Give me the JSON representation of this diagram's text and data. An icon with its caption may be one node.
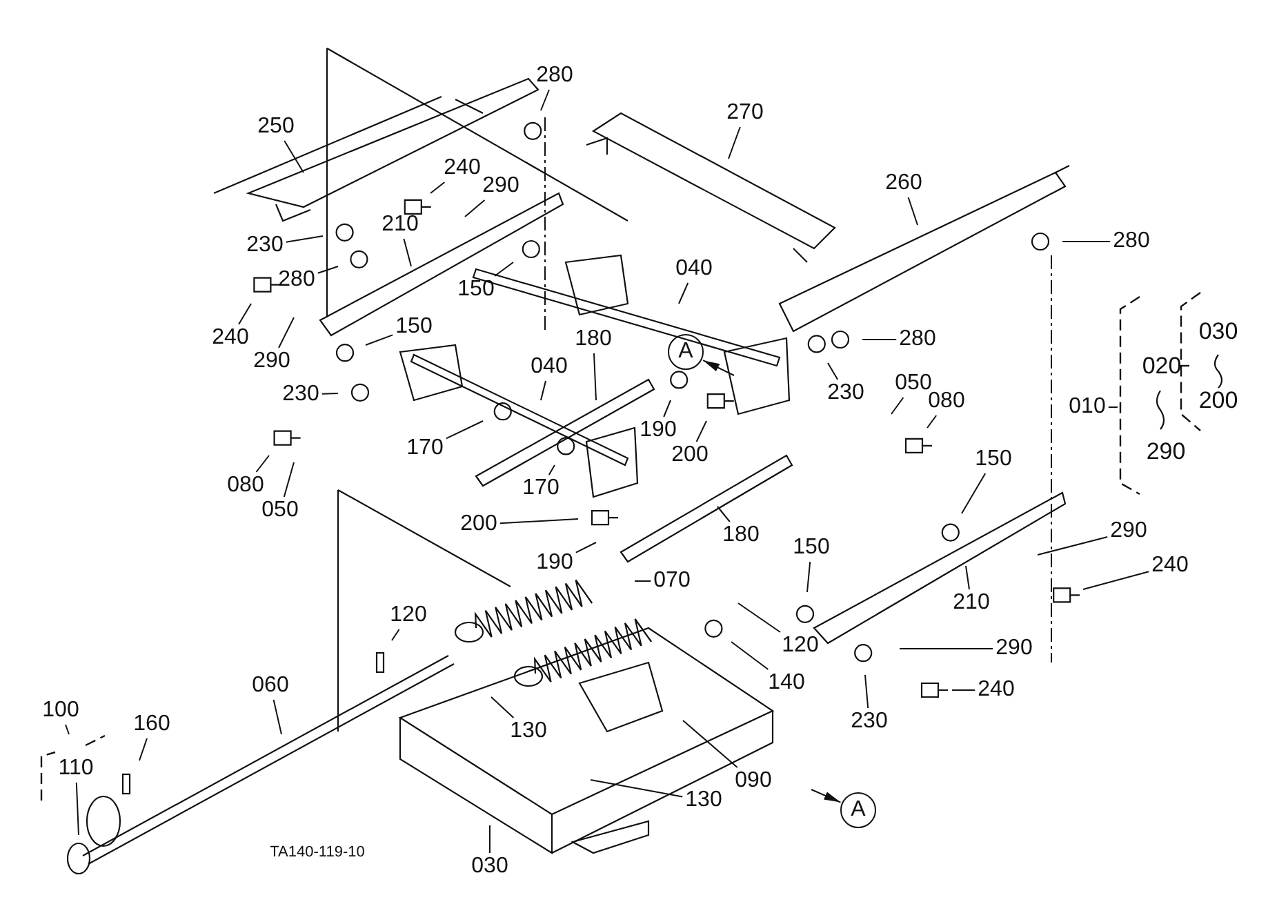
{
  "diagram": {
    "nodes": [
      {
        "text": [
          "280"
        ]
      },
      {
        "text": [
          "250"
        ]
      },
      {
        "text": [
          "270"
        ]
      },
      {
        "text": [
          "240"
        ]
      },
      {
        "text": [
          "290"
        ]
      },
      {
        "text": [
          "210"
        ]
      },
      {
        "text": [
          "260"
        ]
      },
      {
        "text": [
          "280"
        ]
      },
      {
        "text": [
          "230"
        ]
      },
      {
        "text": [
          "280"
        ]
      },
      {
        "text": [
          "150"
        ]
      },
      {
        "text": [
          "040"
        ]
      },
      {
        "text": [
          "240"
        ]
      },
      {
        "text": [
          "290"
        ]
      },
      {
        "text": [
          "150"
        ]
      },
      {
        "text": [
          "A"
        ]
      },
      {
        "text": [
          "180"
        ]
      },
      {
        "text": [
          "040"
        ]
      },
      {
        "text": [
          "230"
        ]
      },
      {
        "text": [
          "280"
        ]
      },
      {
        "text": [
          "230"
        ]
      },
      {
        "text": [
          "050"
        ]
      },
      {
        "text": [
          "080"
        ]
      },
      {
        "text": [
          "010"
        ]
      },
      {
        "text": [
          "190"
        ]
      },
      {
        "text": [
          "200"
        ]
      },
      {
        "text": [
          "080"
        ]
      },
      {
        "text": [
          "050"
        ]
      },
      {
        "text": [
          "170"
        ]
      },
      {
        "text": [
          "170"
        ]
      },
      {
        "text": [
          "200"
        ]
      },
      {
        "text": [
          "190"
        ]
      },
      {
        "text": [
          "180"
        ]
      },
      {
        "text": [
          "150"
        ]
      },
      {
        "text": [
          "290"
        ]
      },
      {
        "text": [
          "240"
        ]
      },
      {
        "text": [
          "210"
        ]
      },
      {
        "text": [
          "150"
        ]
      },
      {
        "text": [
          "070"
        ]
      },
      {
        "text": [
          "120"
        ]
      },
      {
        "text": [
          "140"
        ]
      },
      {
        "text": [
          "290"
        ]
      },
      {
        "text": [
          "240"
        ]
      },
      {
        "text": [
          "230"
        ]
      },
      {
        "text": [
          "120"
        ]
      },
      {
        "text": [
          "060"
        ]
      },
      {
        "text": [
          "100"
        ]
      },
      {
        "text": [
          "160"
        ]
      },
      {
        "text": [
          "110"
        ]
      },
      {
        "text": [
          "130"
        ]
      },
      {
        "text": [
          "090"
        ]
      },
      {
        "text": [
          "130"
        ]
      },
      {
        "text": [
          "030"
        ]
      },
      {
        "text": [
          "A"
        ]
      }
    ],
    "edges": [
      {
        "from": 0,
        "to": null,
        "arrow": "none"
      },
      {
        "from": 1,
        "to": null,
        "arrow": "none"
      },
      {
        "from": 2,
        "to": null,
        "arrow": "none"
      },
      {
        "from": 3,
        "to": null,
        "arrow": "none"
      },
      {
        "from": 4,
        "to": null,
        "arrow": "none"
      },
      {
        "from": 5,
        "to": null,
        "arrow": "none"
      },
      {
        "from": 6,
        "to": null,
        "arrow": "none"
      },
      {
        "from": 7,
        "to": null,
        "arrow": "none"
      },
      {
        "from": 8,
        "to": null,
        "arrow": "none"
      },
      {
        "from": 9,
        "to": null,
        "arrow": "none"
      },
      {
        "from": 10,
        "to": null,
        "arrow": "none"
      },
      {
        "from": 11,
        "to": null,
        "arrow": "none"
      },
      {
        "from": 12,
        "to": null,
        "arrow": "none"
      },
      {
        "from": 13,
        "to": null,
        "arrow": "none"
      },
      {
        "from": 14,
        "to": null,
        "arrow": "none"
      },
      {
        "from": null,
        "to": 15,
        "arrow": "to"
      },
      {
        "from": 16,
        "to": null,
        "arrow": "none"
      },
      {
        "from": 17,
        "to": null,
        "arrow": "none"
      },
      {
        "from": 18,
        "to": null,
        "arrow": "none"
      },
      {
        "from": 19,
        "to": null,
        "arrow": "none"
      },
      {
        "from": 20,
        "to": null,
        "arrow": "none"
      },
      {
        "from": 21,
        "to": null,
        "arrow": "none"
      },
      {
        "from": 22,
        "to": null,
        "arrow": "none"
      },
      {
        "from": 23,
        "to": null,
        "arrow": "none"
      },
      {
        "from": 24,
        "to": null,
        "arrow": "none"
      },
      {
        "from": 25,
        "to": null,
        "arrow": "none"
      },
      {
        "from": 26,
        "to": null,
        "arrow": "none"
      },
      {
        "from": 27,
        "to": null,
        "arrow": "none"
      },
      {
        "from": 28,
        "to": null,
        "arrow": "none"
      },
      {
        "from": 29,
        "to": null,
        "arrow": "none"
      },
      {
        "from": 30,
        "to": null,
        "arrow": "none"
      },
      {
        "from": 31,
        "to": null,
        "arrow": "none"
      },
      {
        "from": 32,
        "to": null,
        "arrow": "none"
      },
      {
        "from": 33,
        "to": null,
        "arrow": "none"
      },
      {
        "from": 34,
        "to": null,
        "arrow": "none"
      },
      {
        "from": 35,
        "to": null,
        "arrow": "none"
      },
      {
        "from": 36,
        "to": null,
        "arrow": "none"
      },
      {
        "from": 37,
        "to": null,
        "arrow": "none"
      },
      {
        "from": 38,
        "to": null,
        "arrow": "none"
      },
      {
        "from": 39,
        "to": null,
        "arrow": "none"
      },
      {
        "from": 40,
        "to": null,
        "arrow": "none"
      },
      {
        "from": 41,
        "to": null,
        "arrow": "none"
      },
      {
        "from": 42,
        "to": null,
        "arrow": "none"
      },
      {
        "from": 43,
        "to": null,
        "arrow": "none"
      },
      {
        "from": 44,
        "to": null,
        "arrow": "none"
      },
      {
        "from": 45,
        "to": null,
        "arrow": "none"
      },
      {
        "from": 46,
        "to": null,
        "arrow": "none"
      },
      {
        "from": 47,
        "to": null,
        "arrow": "none"
      },
      {
        "from": 48,
        "to": null,
        "arrow": "none"
      },
      {
        "from": 49,
        "to": null,
        "arrow": "none"
      },
      {
        "from": 50,
        "to": null,
        "arrow": "none"
      },
      {
        "from": 51,
        "to": null,
        "arrow": "none"
      },
      {
        "from": 52,
        "to": null,
        "arrow": "none"
      },
      {
        "from": null,
        "to": 53,
        "arrow": "to"
      }
    ],
    "labels": [
      "030",
      "020",
      "200",
      "290",
      "TA140-119-10"
    ]
  }
}
